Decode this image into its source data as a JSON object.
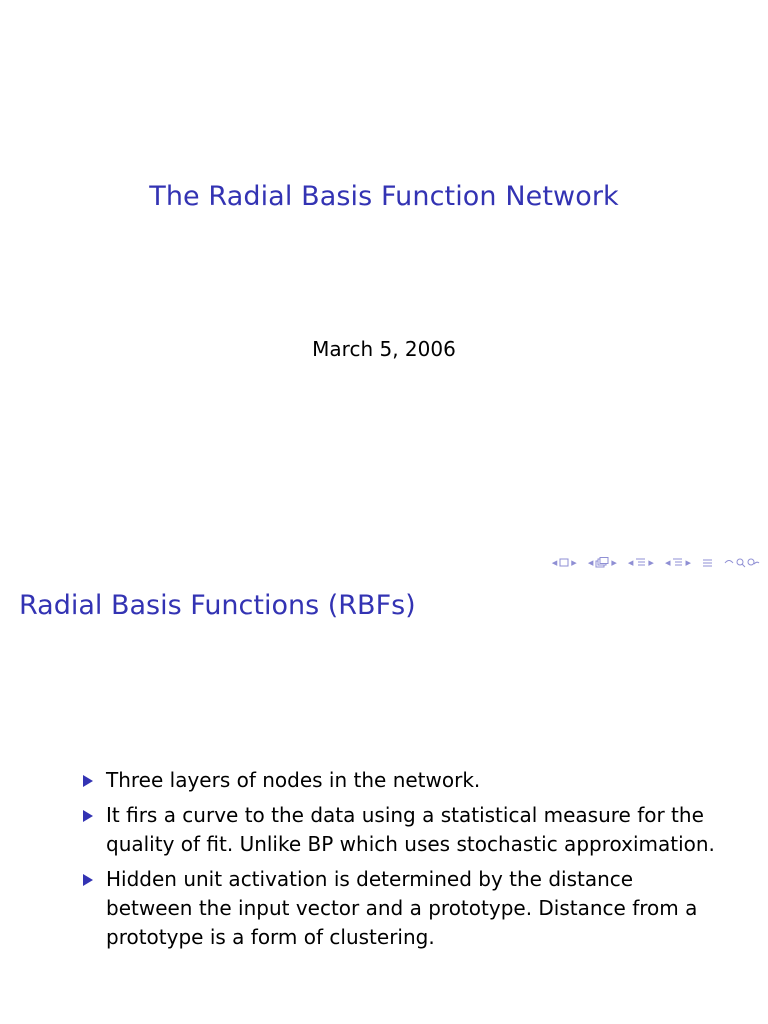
{
  "slide1": {
    "title": "The Radial Basis Function Network",
    "date": "March 5, 2006"
  },
  "navigation": {
    "icons": [
      "nav-prev-slide-icon",
      "nav-slide-icon",
      "nav-next-slide-icon",
      "nav-prev-frame-icon",
      "nav-frame-icon",
      "nav-next-frame-icon",
      "nav-prev-subsection-icon",
      "nav-subsection-icon",
      "nav-next-subsection-icon",
      "nav-prev-section-icon",
      "nav-section-icon",
      "nav-next-section-icon",
      "nav-align-icon",
      "nav-search-icon"
    ],
    "color": "#8f8fd4"
  },
  "slide2": {
    "title": "Radial Basis Functions (RBFs)",
    "items": [
      "Three layers of nodes in the network.",
      "It firs a curve to the data using a statistical measure for the quality of fit. Unlike BP which uses stochastic approximation.",
      "Hidden unit activation is determined by the distance between the input vector and a prototype. Distance from a prototype is a form of clustering."
    ]
  },
  "colors": {
    "title": "#3333b3",
    "text": "#000000",
    "bullet": "#3333b3"
  }
}
